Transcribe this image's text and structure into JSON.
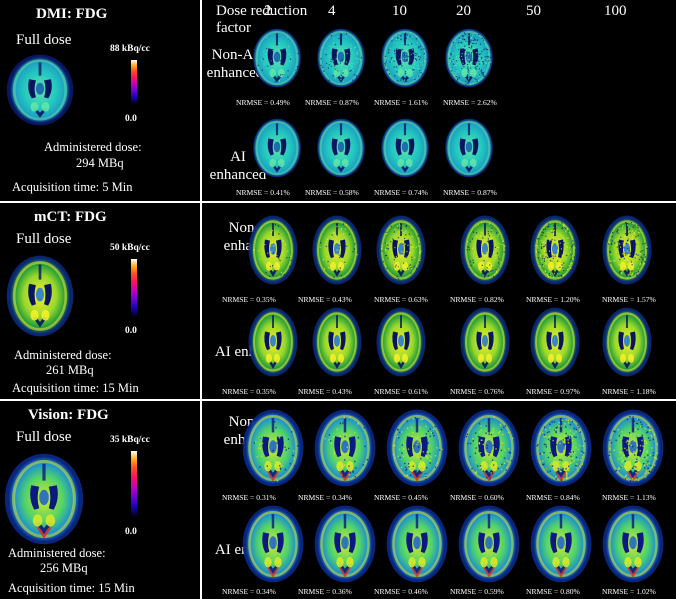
{
  "dose_reduction_factor_label": [
    "Dose reduction",
    "factor"
  ],
  "factors": [
    "2",
    "4",
    "10",
    "20",
    "50",
    "100"
  ],
  "sections": [
    {
      "title": "DMI: FDG",
      "full_dose": "Full dose",
      "scale_max": "88 kBq/cc",
      "scale_min": "0.0",
      "administered": [
        "Administered dose:",
        "294 MBq"
      ],
      "acquisition": "Acquisition time: 5 Min",
      "non_ai_label": [
        "Non-AI",
        "enhanced"
      ],
      "ai_label": "AI enhanced",
      "non_ai_nrmse": [
        "NRMSE = 0.49%",
        "NRMSE = 0.87%",
        "NRMSE = 1.61%",
        "NRMSE = 2.62%"
      ],
      "ai_nrmse": [
        "NRMSE = 0.41%",
        "NRMSE = 0.58%",
        "NRMSE = 0.74%",
        "NRMSE = 0.87%"
      ],
      "palette": "cyan"
    },
    {
      "title": "mCT: FDG",
      "full_dose": "Full dose",
      "scale_max": "50 kBq/cc",
      "scale_min": "0.0",
      "administered": [
        "Administered dose:",
        "261 MBq"
      ],
      "acquisition": "Acquisition time: 15 Min",
      "non_ai_label": [
        "Non-AI",
        "enhanced"
      ],
      "ai_label": "AI enhanced",
      "non_ai_nrmse": [
        "NRMSE = 0.35%",
        "NRMSE = 0.43%",
        "NRMSE = 0.63%",
        "NRMSE = 0.82%",
        "NRMSE = 1.20%",
        "NRMSE = 1.57%"
      ],
      "ai_nrmse": [
        "NRMSE = 0.35%",
        "NRMSE = 0.43%",
        "NRMSE = 0.61%",
        "NRMSE = 0.76%",
        "NRMSE = 0.97%",
        "NRMSE = 1.18%"
      ],
      "palette": "yellow"
    },
    {
      "title": "Vision: FDG",
      "full_dose": "Full dose",
      "scale_max": "35 kBq/cc",
      "scale_min": "0.0",
      "administered": [
        "Administered dose:",
        "256 MBq"
      ],
      "acquisition": "Acquisition time: 15 Min",
      "non_ai_label": [
        "Non-AI",
        "enhanced"
      ],
      "ai_label": "AI enhanced",
      "non_ai_nrmse": [
        "NRMSE = 0.31%",
        "NRMSE = 0.34%",
        "NRMSE = 0.45%",
        "NRMSE = 0.60%",
        "NRMSE = 0.84%",
        "NRMSE = 1.13%"
      ],
      "ai_nrmse": [
        "NRMSE = 0.34%",
        "NRMSE = 0.36%",
        "NRMSE = 0.46%",
        "NRMSE = 0.59%",
        "NRMSE = 0.80%",
        "NRMSE = 1.02%"
      ],
      "palette": "vision"
    }
  ]
}
